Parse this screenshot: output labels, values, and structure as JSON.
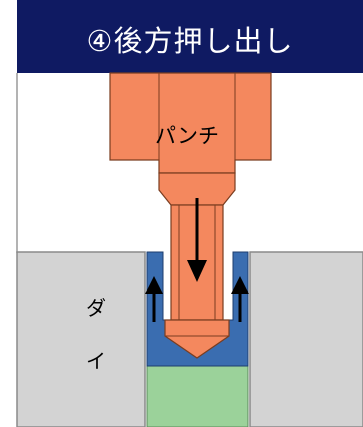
{
  "title": "④後方押し出し",
  "labels": {
    "punch": "パンチ",
    "die_char_1": "ダ",
    "die_char_2": "イ"
  },
  "colors": {
    "title_bg": "#0f1a62",
    "punch": "#f4885e",
    "punch_outline": "#7a3d20",
    "die": "#d3d3d3",
    "billet": "#3a6db0",
    "counter_punch": "#9bd29a",
    "arrow": "#000000"
  }
}
